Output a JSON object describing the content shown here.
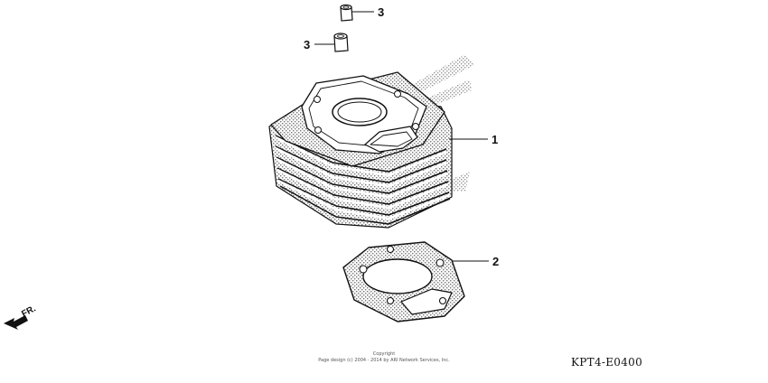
{
  "diagram": {
    "callouts": [
      {
        "label": "3",
        "part": "dowel-pin-upper"
      },
      {
        "label": "3",
        "part": "dowel-pin-lower"
      },
      {
        "label": "1",
        "part": "cylinder"
      },
      {
        "label": "2",
        "part": "cylinder-gasket"
      }
    ],
    "direction_marker": "FR.",
    "copyright_line1": "Copyright",
    "copyright_line2": "Page design (c) 2004 - 2014 by ARI Network Services, Inc.",
    "diagram_code": "KPT4-E0400"
  }
}
